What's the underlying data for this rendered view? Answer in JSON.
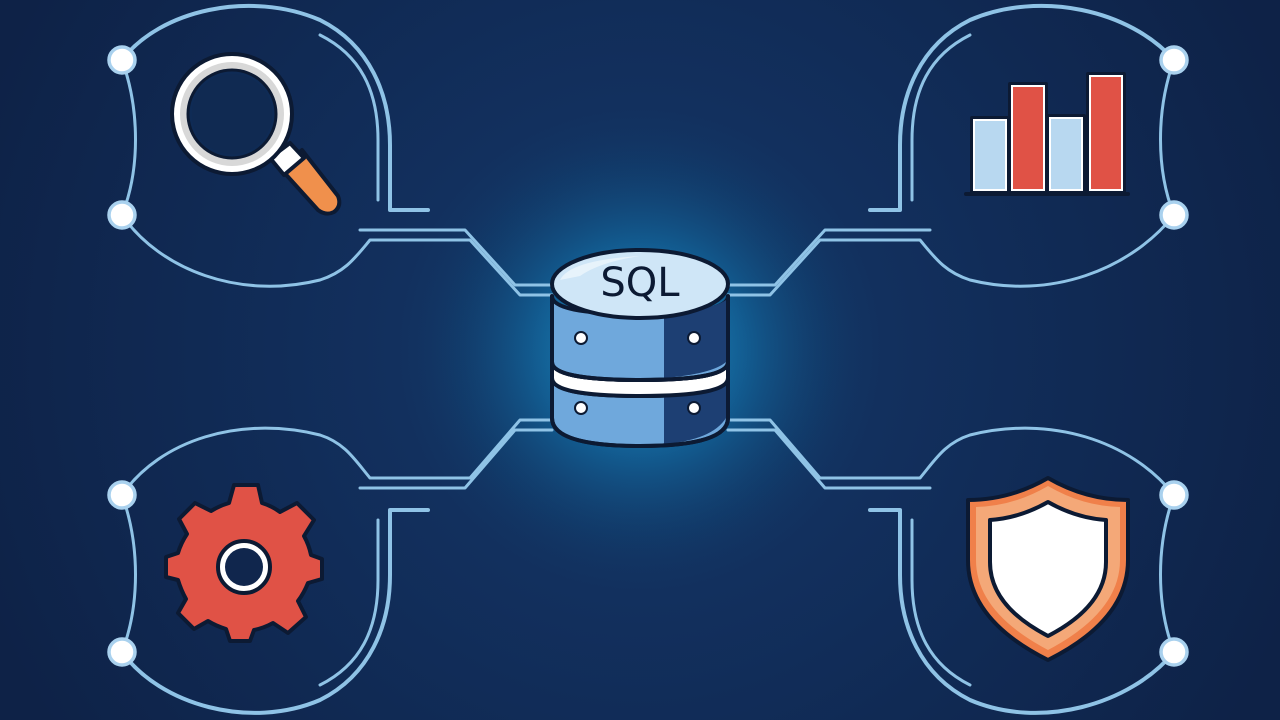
{
  "center_node": {
    "label": "SQL"
  },
  "nodes": [
    {
      "id": "top-left",
      "icon": "magnifying-glass-icon"
    },
    {
      "id": "top-right",
      "icon": "bar-chart-icon"
    },
    {
      "id": "bottom-left",
      "icon": "gear-icon"
    },
    {
      "id": "bottom-right",
      "icon": "shield-icon"
    }
  ],
  "colors": {
    "background": "#10264d",
    "background_center": "#0f4a78",
    "glow": "#1aa3d6",
    "circuit_line": "#8fc3e6",
    "circuit_line_light": "#cfe6f5",
    "outline": "#0c1a33",
    "database_fill": "#6fa8dc",
    "database_dark": "#1d3f73",
    "database_top": "#cfe6f7",
    "magnifier_ring": "#d9d9d9",
    "magnifier_handle": "#f0904c",
    "chart_red": "#e05246",
    "chart_blue": "#b8d8f0",
    "gear_red": "#e05246",
    "shield_orange": "#f0804a",
    "white": "#ffffff"
  }
}
